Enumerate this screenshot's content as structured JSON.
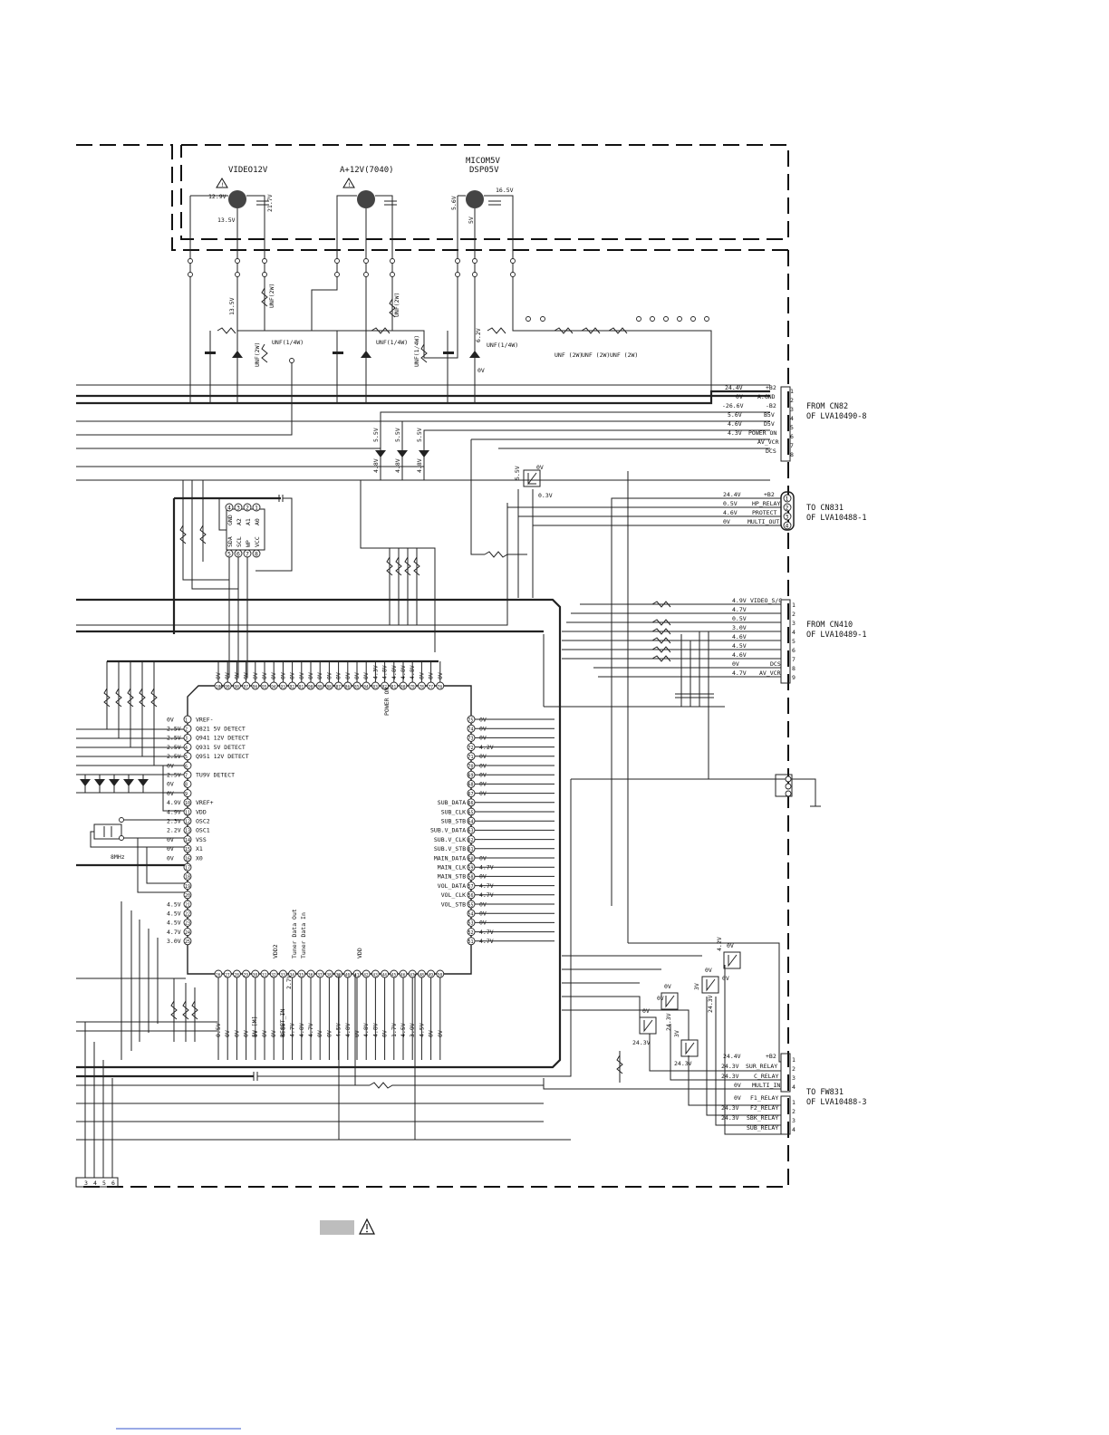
{
  "supply_rails": [
    {
      "name": "VIDEO12V",
      "warn": true
    },
    {
      "name": "A+12V(7040)",
      "warn": true
    },
    {
      "name": "MICOM5V",
      "warn": false
    },
    {
      "name": "DSP05V",
      "warn": false
    }
  ],
  "regulator_voltages": [
    {
      "text": "12.9V"
    },
    {
      "text": "13.5V"
    },
    {
      "text": "21.7V"
    },
    {
      "text": "5.6V"
    },
    {
      "text": "5V"
    },
    {
      "text": "16.5V"
    },
    {
      "text": "13.5V"
    },
    {
      "text": "UNF(2W)"
    },
    {
      "text": "UNF(2W)"
    },
    {
      "text": "UNF(1/4W)"
    },
    {
      "text": "UNF(2W)"
    },
    {
      "text": "UNF(1/4W)"
    },
    {
      "text": "UNF(1/4W)"
    },
    {
      "text": "6.2V"
    },
    {
      "text": "0V"
    },
    {
      "text": "UNF(1/4W)"
    },
    {
      "text": "UNF (2W)"
    },
    {
      "text": "UNF (2W)"
    },
    {
      "text": "UNF (2W)"
    }
  ],
  "connectors": [
    {
      "id": "cn82",
      "title": "FROM CN82",
      "ref": "OF LVA10490-8",
      "pins": [
        {
          "num": "1",
          "voltage": "24.4V",
          "signal": "+B2"
        },
        {
          "num": "2",
          "voltage": "0V",
          "signal": "A.GND"
        },
        {
          "num": "3",
          "voltage": "-26.6V",
          "signal": "-B2"
        },
        {
          "num": "4",
          "voltage": "5.6V",
          "signal": "B5V"
        },
        {
          "num": "5",
          "voltage": "4.6V",
          "signal": "D5V"
        },
        {
          "num": "6",
          "voltage": "4.3V",
          "signal": "POWER ON"
        },
        {
          "num": "7",
          "voltage": "",
          "signal": "AV_VCR"
        },
        {
          "num": "8",
          "voltage": "",
          "signal": "DCS"
        }
      ]
    },
    {
      "id": "cn831",
      "title": "TO CN831",
      "ref": "OF LVA10488-1",
      "pins": [
        {
          "num": "1",
          "voltage": "24.4V",
          "signal": "+B2"
        },
        {
          "num": "2",
          "voltage": "0.5V",
          "signal": "HP_RELAY"
        },
        {
          "num": "3",
          "voltage": "4.6V",
          "signal": "PROTECT"
        },
        {
          "num": "4",
          "voltage": "0V",
          "signal": "MULTI_OUT"
        }
      ]
    },
    {
      "id": "cn410",
      "title": "FROM CN410",
      "ref": "OF LVA10489-1",
      "pins": [
        {
          "num": "1",
          "voltage": "4.9V",
          "signal": "VIDEO_S/C"
        },
        {
          "num": "2",
          "voltage": "4.7V",
          "signal": ""
        },
        {
          "num": "3",
          "voltage": "0.5V",
          "signal": ""
        },
        {
          "num": "4",
          "voltage": "3.0V",
          "signal": ""
        },
        {
          "num": "5",
          "voltage": "4.6V",
          "signal": ""
        },
        {
          "num": "6",
          "voltage": "4.5V",
          "signal": ""
        },
        {
          "num": "7",
          "voltage": "4.6V",
          "signal": ""
        },
        {
          "num": "8",
          "voltage": "0V",
          "signal": "DCS"
        },
        {
          "num": "9",
          "voltage": "4.7V",
          "signal": "AV_VCR"
        }
      ]
    },
    {
      "id": "fw831_a",
      "title": "TO FW831",
      "ref": "OF LVA10488-3",
      "pins": [
        {
          "num": "1",
          "voltage": "24.4V",
          "signal": "+B2"
        },
        {
          "num": "2",
          "voltage": "24.3V",
          "signal": "SUR_RELAY"
        },
        {
          "num": "3",
          "voltage": "24.3V",
          "signal": "C_RELAY"
        },
        {
          "num": "4",
          "voltage": "0V",
          "signal": "MULTI_IN"
        }
      ]
    },
    {
      "id": "fw831_b",
      "title": "",
      "ref": "",
      "pins": [
        {
          "num": "1",
          "voltage": "0V",
          "signal": "F1_RELAY"
        },
        {
          "num": "2",
          "voltage": "24.3V",
          "signal": "F2_RELAY"
        },
        {
          "num": "3",
          "voltage": "24.3V",
          "signal": "SBK_RELAY"
        },
        {
          "num": "4",
          "voltage": "",
          "signal": "SUB_RELAY"
        }
      ]
    }
  ],
  "eeprom": {
    "top_pins": [
      {
        "num": "4",
        "name": "GND"
      },
      {
        "num": "3",
        "name": "A2"
      },
      {
        "num": "2",
        "name": "A1"
      },
      {
        "num": "1",
        "name": "A0"
      }
    ],
    "bottom_pins": [
      {
        "num": "5",
        "name": "SDA"
      },
      {
        "num": "6",
        "name": "SCL"
      },
      {
        "num": "7",
        "name": "WP"
      },
      {
        "num": "8",
        "name": "VCC"
      }
    ]
  },
  "mcu": {
    "left_pins": [
      {
        "num": "1",
        "voltage": "0V",
        "signal": "VREF-"
      },
      {
        "num": "2",
        "voltage": "2.5V",
        "signal": "Q821 5V DETECT"
      },
      {
        "num": "3",
        "voltage": "2.5V",
        "signal": "Q941 12V DETECT"
      },
      {
        "num": "4",
        "voltage": "2.5V",
        "signal": "Q931 5V DETECT"
      },
      {
        "num": "5",
        "voltage": "2.5V",
        "signal": "Q951 12V DETECT"
      },
      {
        "num": "6",
        "voltage": "0V",
        "signal": ""
      },
      {
        "num": "7",
        "voltage": "2.5V",
        "signal": "TU9V DETECT"
      },
      {
        "num": "8",
        "voltage": "0V",
        "signal": ""
      },
      {
        "num": "9",
        "voltage": "0V",
        "signal": ""
      },
      {
        "num": "10",
        "voltage": "4.9V",
        "signal": "VREF+"
      },
      {
        "num": "11",
        "voltage": "4.9V",
        "signal": "VDD"
      },
      {
        "num": "12",
        "voltage": "2.3V",
        "signal": "OSC2"
      },
      {
        "num": "13",
        "voltage": "2.2V",
        "signal": "OSC1"
      },
      {
        "num": "14",
        "voltage": "0V",
        "signal": "VSS"
      },
      {
        "num": "15",
        "voltage": "0V",
        "signal": "X1"
      },
      {
        "num": "16",
        "voltage": "0V",
        "signal": "X0"
      },
      {
        "num": "17",
        "voltage": "",
        "signal": ""
      },
      {
        "num": "18",
        "voltage": "",
        "signal": ""
      },
      {
        "num": "19",
        "voltage": "",
        "signal": ""
      },
      {
        "num": "20",
        "voltage": "",
        "signal": ""
      },
      {
        "num": "21",
        "voltage": "4.5V",
        "signal": ""
      },
      {
        "num": "22",
        "voltage": "4.5V",
        "signal": ""
      },
      {
        "num": "23",
        "voltage": "4.5V",
        "signal": ""
      },
      {
        "num": "24",
        "voltage": "4.7V",
        "signal": ""
      },
      {
        "num": "25",
        "voltage": "3.0V",
        "signal": ""
      }
    ],
    "right_pins": [
      {
        "num": "75",
        "voltage": "0V",
        "signal": ""
      },
      {
        "num": "74",
        "voltage": "0V",
        "signal": ""
      },
      {
        "num": "73",
        "voltage": "0V",
        "signal": ""
      },
      {
        "num": "72",
        "voltage": "4.2V",
        "signal": ""
      },
      {
        "num": "71",
        "voltage": "0V",
        "signal": ""
      },
      {
        "num": "70",
        "voltage": "0V",
        "signal": ""
      },
      {
        "num": "69",
        "voltage": "0V",
        "signal": ""
      },
      {
        "num": "68",
        "voltage": "0V",
        "signal": ""
      },
      {
        "num": "67",
        "voltage": "0V",
        "signal": ""
      },
      {
        "num": "66",
        "voltage": "",
        "signal": "SUB_DATA"
      },
      {
        "num": "65",
        "voltage": "",
        "signal": "SUB_CLK"
      },
      {
        "num": "64",
        "voltage": "",
        "signal": "SUB_STB"
      },
      {
        "num": "63",
        "voltage": "",
        "signal": "SUB.V_DATA"
      },
      {
        "num": "62",
        "voltage": "",
        "signal": "SUB.V_CLK"
      },
      {
        "num": "61",
        "voltage": "",
        "signal": "SUB.V_STB"
      },
      {
        "num": "60",
        "voltage": "0V",
        "signal": "MAIN_DATA"
      },
      {
        "num": "59",
        "voltage": "4.7V",
        "signal": "MAIN_CLK"
      },
      {
        "num": "58",
        "voltage": "0V",
        "signal": "MAIN_STB"
      },
      {
        "num": "57",
        "voltage": "4.7V",
        "signal": "VOL_DATA"
      },
      {
        "num": "56",
        "voltage": "4.7V",
        "signal": "VOL_CLK"
      },
      {
        "num": "55",
        "voltage": "0V",
        "signal": "VOL_STB"
      },
      {
        "num": "54",
        "voltage": "0V",
        "signal": ""
      },
      {
        "num": "53",
        "voltage": "0V",
        "signal": ""
      },
      {
        "num": "52",
        "voltage": "4.7V",
        "signal": ""
      },
      {
        "num": "51",
        "voltage": "4.7V",
        "signal": ""
      }
    ],
    "top_pins": [
      {
        "num": "100",
        "voltage": "0V"
      },
      {
        "num": "99",
        "voltage": "0V"
      },
      {
        "num": "98",
        "voltage": "0V"
      },
      {
        "num": "97",
        "voltage": "0V"
      },
      {
        "num": "96",
        "voltage": "0V"
      },
      {
        "num": "95",
        "voltage": "0V"
      },
      {
        "num": "94",
        "voltage": "0V"
      },
      {
        "num": "93",
        "voltage": "0V"
      },
      {
        "num": "92",
        "voltage": "0V"
      },
      {
        "num": "91",
        "voltage": "0V"
      },
      {
        "num": "90",
        "voltage": "0V"
      },
      {
        "num": "89",
        "voltage": "0V"
      },
      {
        "num": "88",
        "voltage": "0V"
      },
      {
        "num": "87",
        "voltage": "0V"
      },
      {
        "num": "86",
        "voltage": "0V"
      },
      {
        "num": "85",
        "voltage": "0V"
      },
      {
        "num": "84",
        "voltage": "0V"
      },
      {
        "num": "83",
        "voltage": "4.3V"
      },
      {
        "num": "82",
        "voltage": "4.8V"
      },
      {
        "num": "81",
        "voltage": "4.8V"
      },
      {
        "num": "80",
        "voltage": "4.8V"
      },
      {
        "num": "79",
        "voltage": "4.8V"
      },
      {
        "num": "78",
        "voltage": "0V"
      },
      {
        "num": "77",
        "voltage": "0V"
      },
      {
        "num": "76",
        "voltage": "0V"
      }
    ],
    "bottom_pins": [
      {
        "num": "26",
        "voltage": "0.5V"
      },
      {
        "num": "27",
        "voltage": "0V"
      },
      {
        "num": "28",
        "voltage": "0V"
      },
      {
        "num": "29",
        "voltage": "0V"
      },
      {
        "num": "30",
        "voltage": "0V"
      },
      {
        "num": "31",
        "voltage": "0V"
      },
      {
        "num": "32",
        "voltage": "0V"
      },
      {
        "num": "33",
        "voltage": "4.8V"
      },
      {
        "num": "34",
        "voltage": "4.7V"
      },
      {
        "num": "35",
        "voltage": "4.8V"
      },
      {
        "num": "36",
        "voltage": "4.7V"
      },
      {
        "num": "37",
        "voltage": "0V"
      },
      {
        "num": "38",
        "voltage": "0V"
      },
      {
        "num": "39",
        "voltage": "4.5V"
      },
      {
        "num": "40",
        "voltage": "4.8V"
      },
      {
        "num": "41",
        "voltage": "0V"
      },
      {
        "num": "42",
        "voltage": "4.8V"
      },
      {
        "num": "43",
        "voltage": "4.8V"
      },
      {
        "num": "44",
        "voltage": "0V"
      },
      {
        "num": "45",
        "voltage": "1.7V"
      },
      {
        "num": "46",
        "voltage": "4.5V"
      },
      {
        "num": "47",
        "voltage": "3.9V"
      },
      {
        "num": "48",
        "voltage": "4.5V"
      },
      {
        "num": "49",
        "voltage": "0V"
      },
      {
        "num": "50",
        "voltage": "0V"
      }
    ],
    "top_function": "POWER ON",
    "bottom_functions": [
      {
        "text": "VDD2"
      },
      {
        "text": "Tuner Data Out"
      },
      {
        "text": "Tuner Data In"
      },
      {
        "text": "VDD"
      },
      {
        "text": "5V [M]"
      },
      {
        "text": "RESET_IN"
      },
      {
        "text": "2.7V"
      }
    ]
  },
  "crystal_label": "8MHz",
  "diode_voltages": [
    {
      "text": "5.5V"
    },
    {
      "text": "5.5V"
    },
    {
      "text": "5.5V"
    },
    {
      "text": "4.8V"
    },
    {
      "text": "4.8V"
    },
    {
      "text": "4.8V"
    }
  ],
  "transistor_voltages": [
    {
      "text": "5.5V"
    },
    {
      "text": "0V"
    },
    {
      "text": "0.3V"
    },
    {
      "text": "4.2V"
    },
    {
      "text": "0V"
    },
    {
      "text": "0V"
    },
    {
      "text": "3V"
    },
    {
      "text": "0V"
    },
    {
      "text": "24.3V"
    },
    {
      "text": "0V"
    },
    {
      "text": "24.3V"
    },
    {
      "text": "0V"
    },
    {
      "text": "0V"
    },
    {
      "text": "24.3V"
    },
    {
      "text": "3V"
    },
    {
      "text": "24.3V"
    }
  ],
  "left_edge_pins": [
    {
      "num": "3"
    },
    {
      "num": "4"
    },
    {
      "num": "5"
    },
    {
      "num": "6"
    }
  ],
  "legend_symbol": "warning-triangle"
}
